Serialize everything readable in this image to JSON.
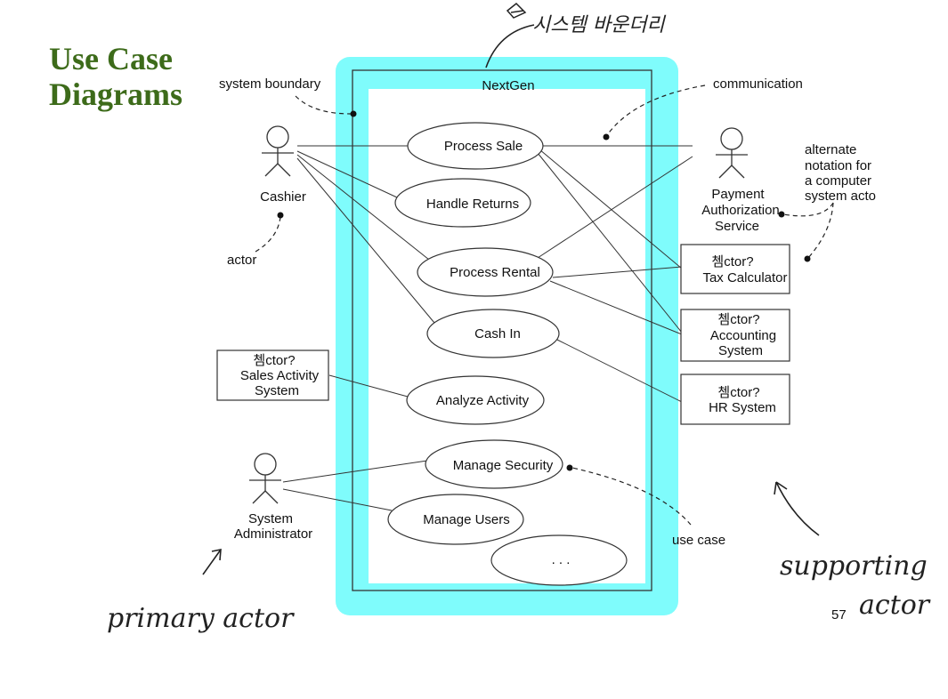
{
  "page": {
    "title_line1": "Use Case",
    "title_line2": "Diagrams",
    "page_number": "57"
  },
  "boundary": {
    "name": "NextGen",
    "highlight_color": "#7ffcfc"
  },
  "use_cases": [
    {
      "id": "process-sale",
      "label": "Process Sale"
    },
    {
      "id": "handle-returns",
      "label": "Handle Returns"
    },
    {
      "id": "process-rental",
      "label": "Process Rental"
    },
    {
      "id": "cash-in",
      "label": "Cash In"
    },
    {
      "id": "analyze-activity",
      "label": "Analyze Activity"
    },
    {
      "id": "manage-security",
      "label": "Manage Security"
    },
    {
      "id": "manage-users",
      "label": "Manage Users"
    },
    {
      "id": "more",
      "label": ". . ."
    }
  ],
  "actors": {
    "cashier": "Cashier",
    "sysadmin_line1": "System",
    "sysadmin_line2": "Administrator",
    "payment_line1": "Payment",
    "payment_line2": "Authorization",
    "payment_line3": "Service"
  },
  "system_actors": {
    "stereotype": "쳄ctor?",
    "tax": "Tax Calculator",
    "accounting_line1": "Accounting",
    "accounting_line2": "System",
    "hr": "HR System",
    "sales_line1": "Sales Activity",
    "sales_line2": "System"
  },
  "annotations": {
    "system_boundary": "system boundary",
    "communication": "communication",
    "actor": "actor",
    "use_case": "use case",
    "alternate_line1": "alternate",
    "alternate_line2": "notation for",
    "alternate_line3": "a computer",
    "alternate_line4": "system acto"
  },
  "handwriting": {
    "korean_boundary": "시스템  바운더리",
    "primary_actor": "primary  actor",
    "supporting_line1": "supporting",
    "supporting_line2": "actor"
  }
}
